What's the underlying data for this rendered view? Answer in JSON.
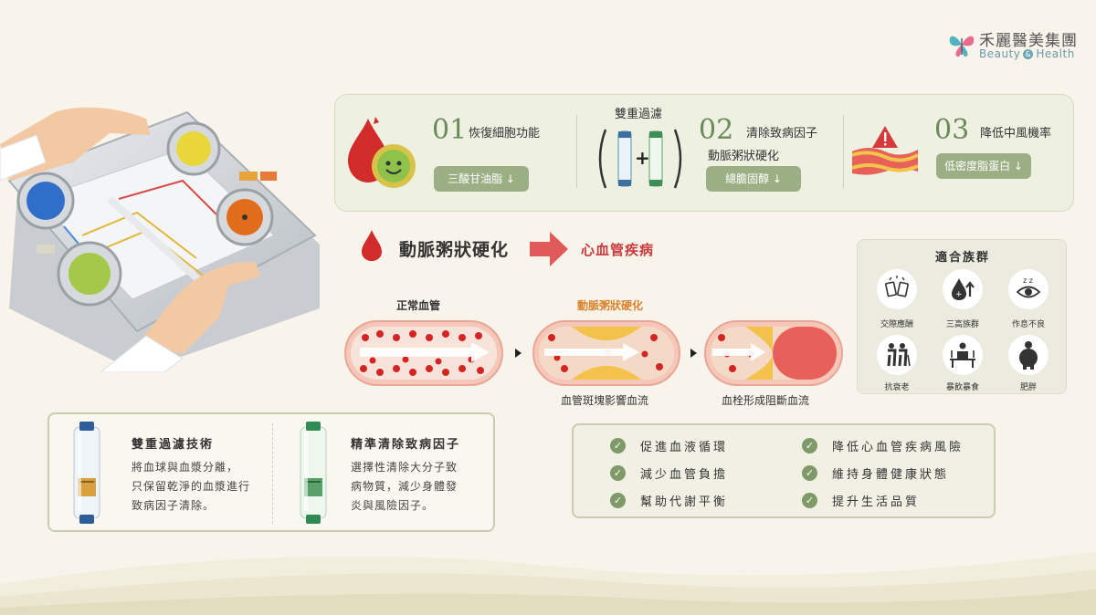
{
  "brand": {
    "name_zh": "禾麗醫美集團",
    "name_en_left": "Beauty",
    "name_en_amp": "&",
    "name_en_right": "Health",
    "colors": {
      "accent_green": "#9caf84",
      "dark_green": "#6b8a5a",
      "red": "#c83a3a",
      "teal": "#6aa8b3"
    }
  },
  "top_panel": {
    "steps": [
      {
        "num": "01",
        "title": "恢復細胞功能",
        "pill": "三酸甘油脂 ↓",
        "icon": "blood-drop-smiley-icon"
      },
      {
        "num": "02",
        "title": "清除致病因子",
        "subtitle": "動脈粥狀硬化",
        "pill": "總膽固醇 ↓",
        "icon": "filter-cartridges-icon",
        "icon_label": "雙重過濾"
      },
      {
        "num": "03",
        "title": "降低中風機率",
        "pill": "低密度脂蛋白 ↓",
        "icon": "warning-vessel-icon"
      }
    ]
  },
  "middle": {
    "left_text": "動脈粥狀硬化",
    "right_text": "心血管疾病",
    "vessel_normal_label": "正常血管",
    "vessel_athero_label": "動脈粥狀硬化",
    "caption_mid": "血管斑塊影響血流",
    "caption_right": "血栓形成阻斷血流"
  },
  "target_groups": {
    "title": "適合族群",
    "items": [
      {
        "label": "交際應酬",
        "icon": "beer-cheers-icon"
      },
      {
        "label": "三高族群",
        "icon": "blood-up-icon"
      },
      {
        "label": "作息不良",
        "icon": "sleepy-eye-icon"
      },
      {
        "label": "抗衰老",
        "icon": "elderly-couple-icon"
      },
      {
        "label": "暴飲暴食",
        "icon": "overeating-icon"
      },
      {
        "label": "肥胖",
        "icon": "obesity-icon"
      }
    ]
  },
  "tech": {
    "left": {
      "title": "雙重過濾技術",
      "lines": [
        "將血球與血漿分離，",
        "只保留乾淨的血漿進行",
        "致病因子清除。"
      ],
      "icon": "blue-filter-cartridge-icon"
    },
    "right": {
      "title": "精準清除致病因子",
      "lines": [
        "選擇性清除大分子致",
        "病物質，減少身體發",
        "炎與風險因子。"
      ],
      "icon": "green-filter-cartridge-icon"
    }
  },
  "benefits": {
    "col1": [
      "促進血液循環",
      "減少血管負擔",
      "幫助代謝平衡"
    ],
    "col2": [
      "降低心血管疾病風險",
      "維持身體健康狀態",
      "提升生活品質"
    ],
    "check": "✓"
  }
}
